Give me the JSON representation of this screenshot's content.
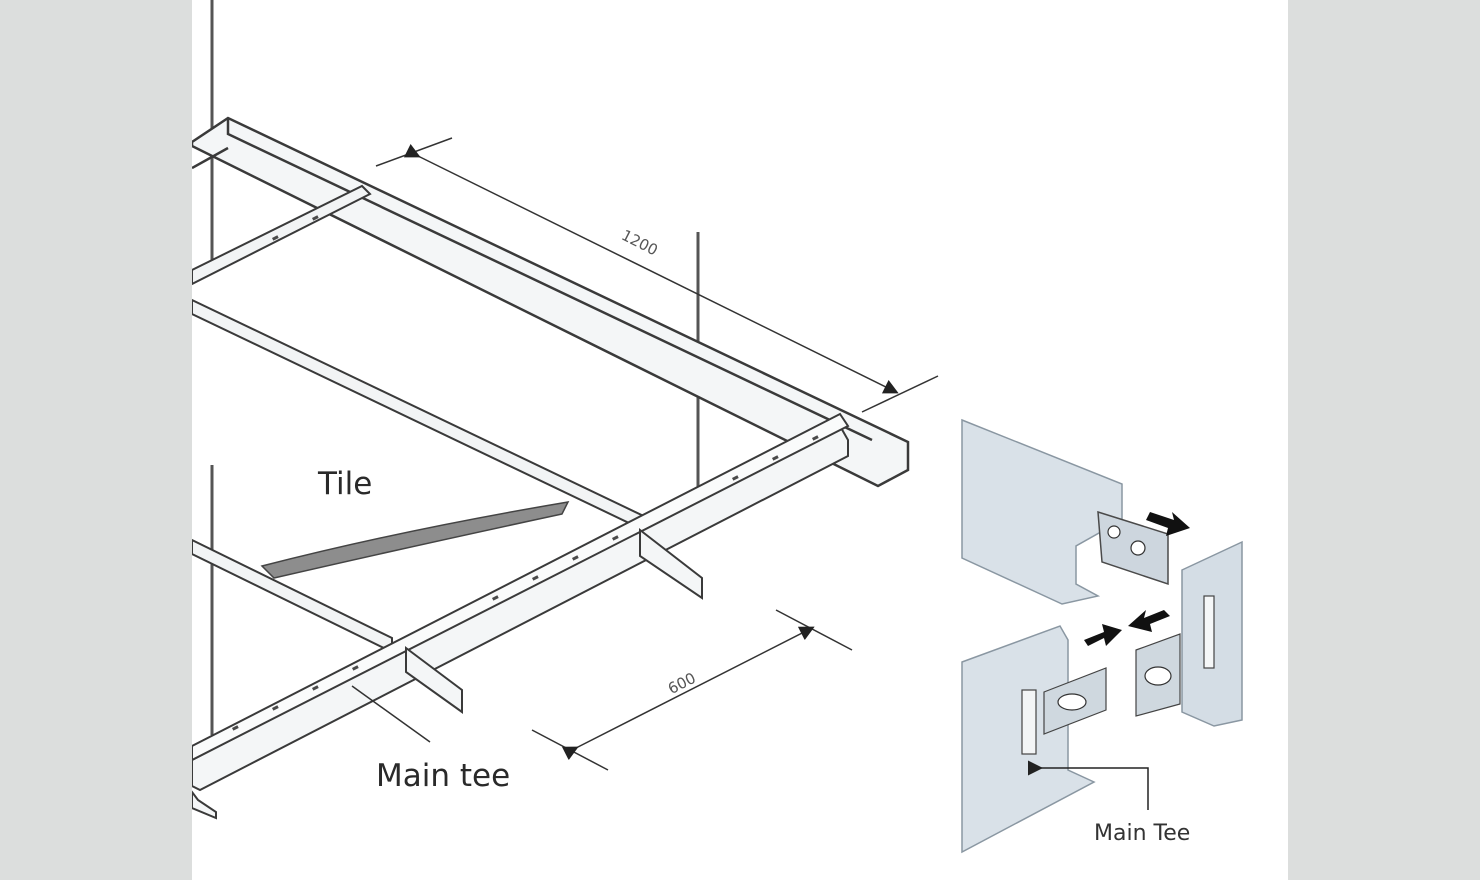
{
  "labels": {
    "tile": "Tile",
    "main_tee": "Main tee",
    "dim_long": "1200",
    "dim_short": "600",
    "inset_main_tee": "Main Tee"
  },
  "colors": {
    "side_background": "#dcdedd",
    "panel": "#ffffff",
    "line": "#3a3a3a",
    "metal_light": "#d9e1e8",
    "metal_dark": "#b3c0ca",
    "tile_edge": "#6d6d6d",
    "arrow": "#111111"
  }
}
